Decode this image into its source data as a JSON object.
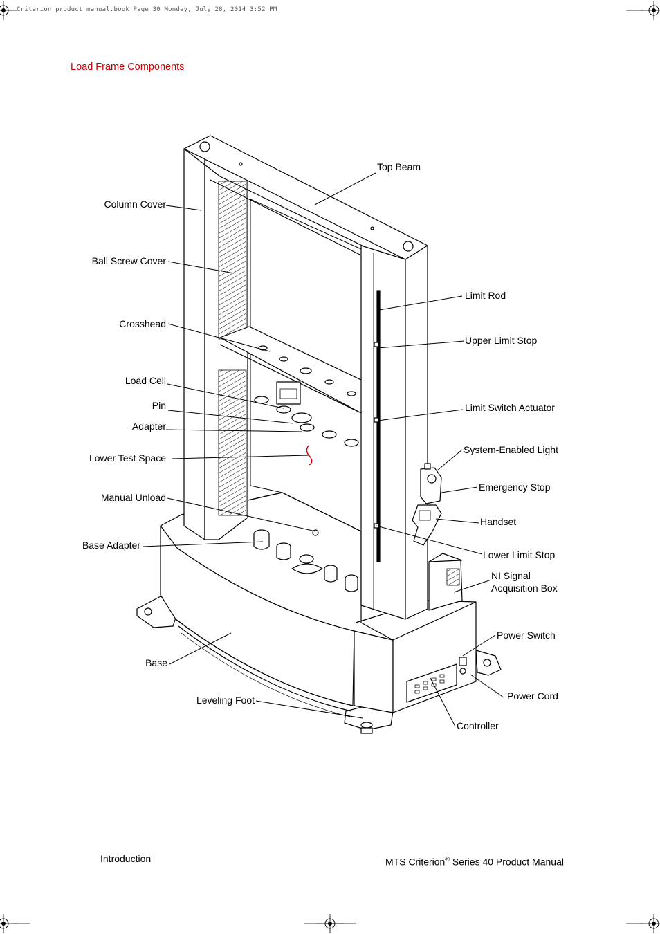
{
  "slug": "Criterion_product manual.book  Page 30  Monday, July 28, 2014  3:52 PM",
  "section_title": "Load Frame Components",
  "labels": {
    "top_beam": "Top Beam",
    "column_cover": "Column Cover",
    "ball_screw_cover": "Ball Screw Cover",
    "limit_rod": "Limit Rod",
    "crosshead": "Crosshead",
    "upper_limit_stop": "Upper Limit Stop",
    "load_cell": "Load Cell",
    "pin": "Pin",
    "limit_switch_actuator": "Limit Switch Actuator",
    "adapter": "Adapter",
    "system_enabled_light": "System-Enabled Light",
    "lower_test_space": "Lower Test Space",
    "emergency_stop": "Emergency Stop",
    "manual_unload": "Manual Unload",
    "handset": "Handset",
    "base_adapter": "Base Adapter",
    "lower_limit_stop": "Lower Limit Stop",
    "ni_signal_line1": "NI Signal",
    "ni_signal_line2": "Acquisition Box",
    "power_switch": "Power Switch",
    "base": "Base",
    "power_cord": "Power Cord",
    "leveling_foot": "Leveling Foot",
    "controller": "Controller"
  },
  "footer": {
    "left": "Introduction",
    "right_prefix": "MTS Criterion",
    "right_sup": "®",
    "right_suffix": " Series 40 Product Manual"
  },
  "colors": {
    "title": "#cc0000",
    "accent_line": "#cc0000",
    "ink": "#000000"
  }
}
